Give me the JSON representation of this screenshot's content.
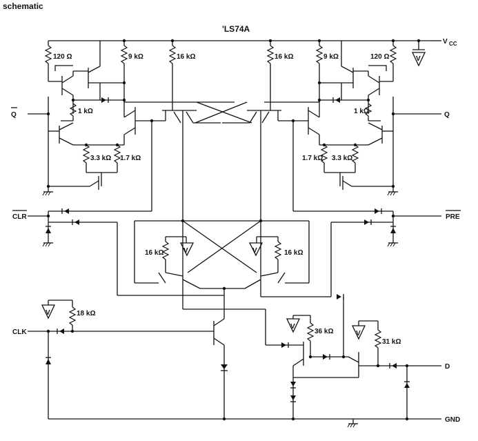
{
  "header": "schematic",
  "title": "'LS74A",
  "pins": {
    "vcc": "V",
    "vcc_sub": "CC",
    "qbar": "Q",
    "q": "Q",
    "clr": "CLR",
    "pre": "PRE",
    "clk": "CLK",
    "d": "D",
    "gnd": "GND"
  },
  "supply_symbol": "V",
  "resistors": {
    "r120_left": "120 Ω",
    "r9k_left": "9 kΩ",
    "r16k_a": "16 kΩ",
    "r16k_b": "16 kΩ",
    "r9k_right": "9 kΩ",
    "r120_right": "120 Ω",
    "r1k_left": "1 kΩ",
    "r1k_right": "1 kΩ",
    "r3_3k_left": "3.3 kΩ",
    "r1_7k_left": "1.7 kΩ",
    "r1_7k_right": "1.7 kΩ",
    "r3_3k_right": "3.3 kΩ",
    "r16k_c": "16 kΩ",
    "r16k_d": "16 kΩ",
    "r18k": "18 kΩ",
    "r36k": "36 kΩ",
    "r31k": "31 kΩ"
  }
}
